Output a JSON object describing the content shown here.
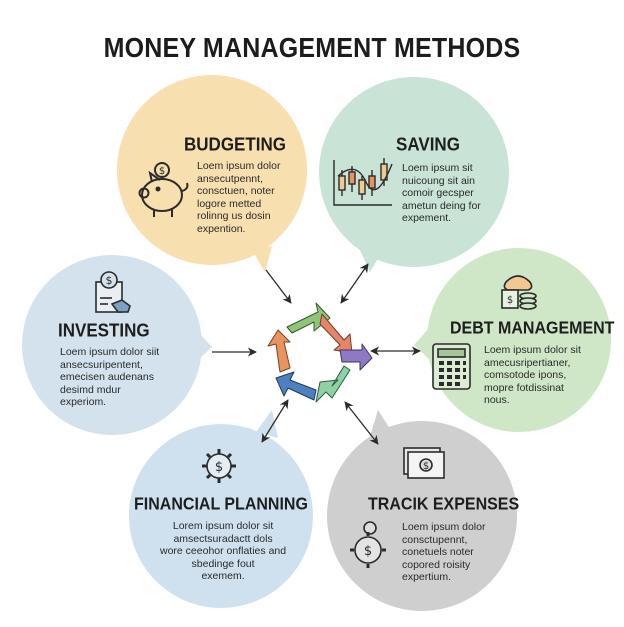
{
  "title": "MONEY MANAGEMENT METHODS",
  "colors": {
    "budgeting": "#f8dfb0",
    "saving": "#c9e3d6",
    "investing": "#d3e2ec",
    "debt": "#cfe7c7",
    "planning": "#cfe1ef",
    "tracking": "#cfcfcf",
    "stroke": "#2b2b2b"
  },
  "nodes": {
    "budgeting": {
      "label": "BUDGETING",
      "icon": "piggy-bank-icon",
      "lines": [
        "Loem ipsum dolor",
        "ansecutpennt,",
        "consctuen, noter",
        "logore metted",
        "rolinng us dosin",
        "expention."
      ]
    },
    "saving": {
      "label": "SAVING",
      "icon": "candlestick-chart-icon",
      "lines": [
        "Loem ipsum sit",
        "nuicoung sit ain",
        "comoir gecsper",
        "ametun deing for",
        "expement."
      ]
    },
    "investing": {
      "label": "INVESTING",
      "icon": "investment-document-icon",
      "lines": [
        "Loem ipsum dolor siit",
        "ansecsuripentent,",
        "emecisen audenans",
        "desimd mdur",
        "experiom."
      ]
    },
    "debt": {
      "label": "DEBT MANAGEMENT",
      "icon": "calculator-icon",
      "lines": [
        "Loem ipsum dolor sit",
        "amecusripertianer,",
        "comsotode ipons,",
        "mopre fotdissinat",
        "nous."
      ]
    },
    "planning": {
      "label": "FINANCIAL PLANNING",
      "icon": "gear-dollar-icon",
      "lines": [
        "Lorem ipsum dolor sit",
        "amsectsuradactt dols",
        "wore ceeohor onflaties and",
        "sbedinge fout",
        "exemem."
      ]
    },
    "tracking": {
      "label": "TRACIK EXPENSES",
      "icon": "dollar-bill-icon",
      "lines": [
        "Loem ipsum dolor",
        "consctupennt,",
        "conetuels noter",
        "copored roisity",
        "expertium."
      ]
    }
  }
}
